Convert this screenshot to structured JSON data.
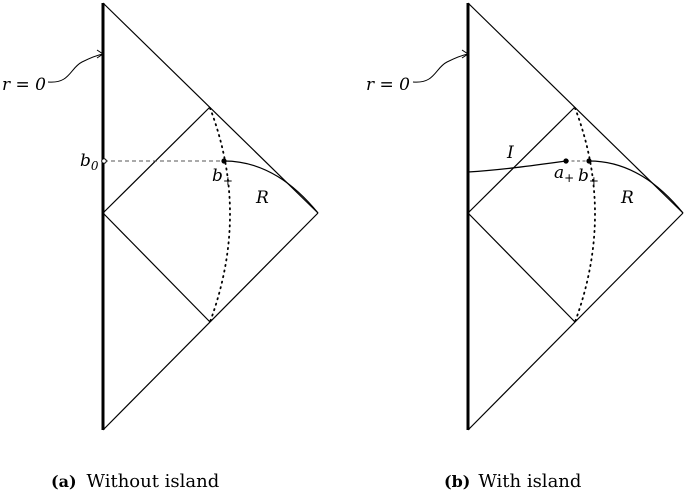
{
  "panels": [
    {
      "caption_tag": "(a)",
      "caption_text": "Without island",
      "labels": {
        "origin": "r = 0",
        "b0_main": "b",
        "b0_sub": "0",
        "bplus_main": "b",
        "bplus_sub": "+",
        "region": "R"
      }
    },
    {
      "caption_tag": "(b)",
      "caption_text": "With island",
      "labels": {
        "origin": "r = 0",
        "island": "I",
        "aplus_main": "a",
        "aplus_sub": "+",
        "bplus_main": "b",
        "bplus_sub": "+",
        "region": "R"
      }
    }
  ]
}
